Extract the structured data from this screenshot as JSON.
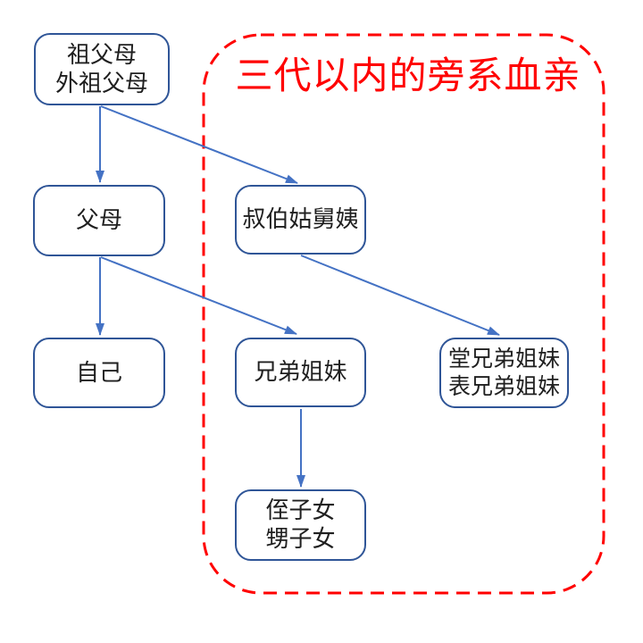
{
  "diagram": {
    "title": "三代以内的旁系血亲",
    "colors": {
      "title": "#FF0000",
      "dashed_border": "#FF0000",
      "node_border": "#2F5597",
      "arrow": "#4472C4",
      "node_text": "#1F1F1F",
      "background": "#FFFFFF"
    },
    "nodes": [
      {
        "id": "grandparents",
        "lines": [
          "祖父母",
          "外祖父母"
        ]
      },
      {
        "id": "parents",
        "lines": [
          "父母"
        ]
      },
      {
        "id": "uncles-aunts",
        "lines": [
          "叔伯姑舅姨"
        ]
      },
      {
        "id": "self",
        "lines": [
          "自己"
        ]
      },
      {
        "id": "siblings",
        "lines": [
          "兄弟姐妹"
        ]
      },
      {
        "id": "cousins",
        "lines": [
          "堂兄弟姐妹",
          "表兄弟姐妹"
        ]
      },
      {
        "id": "nephews-nieces",
        "lines": [
          "侄子女",
          "甥子女"
        ]
      }
    ],
    "edges": [
      {
        "from": "grandparents",
        "to": "parents"
      },
      {
        "from": "grandparents",
        "to": "uncles-aunts"
      },
      {
        "from": "parents",
        "to": "self"
      },
      {
        "from": "parents",
        "to": "siblings"
      },
      {
        "from": "uncles-aunts",
        "to": "cousins"
      },
      {
        "from": "siblings",
        "to": "nephews-nieces"
      }
    ]
  }
}
